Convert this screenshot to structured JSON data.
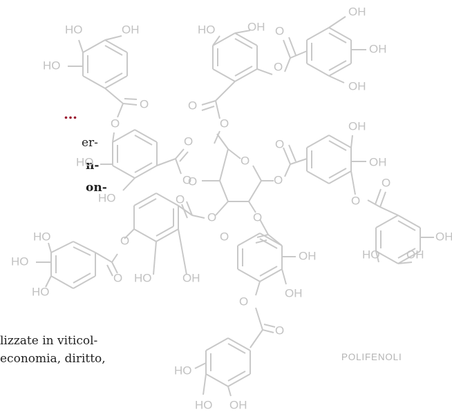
{
  "text_column": {
    "dots": "…",
    "line1": "er-",
    "line2": "n-",
    "line3": "on-",
    "line4": "lizzate in viticol-",
    "line5": "economia, diritto,"
  },
  "diagram": {
    "caption": "POLIFENOLI",
    "colors": {
      "bonds": "#c8c8c8",
      "labels": "#c2c2c2",
      "accent": "#9b1b30",
      "caption": "#b3b3b3"
    },
    "atom_labels": {
      "ho": "HO",
      "oh": "OH",
      "o": "O"
    }
  }
}
